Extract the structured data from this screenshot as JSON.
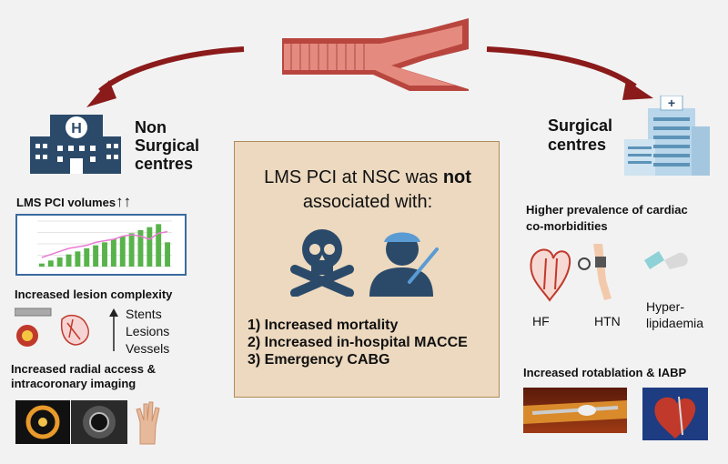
{
  "center": {
    "title_line1": "LMS PCI at NSC was",
    "title_bold": "not",
    "title_line2": "associated with:",
    "items": [
      "1) Increased mortality",
      "2) Increased in-hospital MACCE",
      "3) Emergency CABG"
    ]
  },
  "left": {
    "heading": [
      "Non",
      "Surgical",
      "centres"
    ],
    "volumes_label": "LMS PCI volumes",
    "volumes_arrows": "↑↑",
    "complexity_label": "Increased lesion complexity",
    "complexity_items": [
      "Stents",
      "Lesions",
      "Vessels"
    ],
    "radial_label": [
      "Increased radial access &",
      "intracoronary imaging"
    ]
  },
  "right": {
    "heading": [
      "Surgical",
      "centres"
    ],
    "comorbid_label": [
      "Higher prevalence of cardiac",
      "co-morbidities"
    ],
    "conditions": [
      "HF",
      "HTN",
      "Hyper-",
      "lipidaemia"
    ],
    "rotablation_label": "Increased rotablation & IABP"
  },
  "chart_data": {
    "type": "bar",
    "values": [
      1,
      2,
      3,
      4,
      5,
      6,
      7,
      8,
      9,
      10,
      11,
      12,
      13,
      14,
      8
    ],
    "series": [
      {
        "values": [
          1,
          2,
          3,
          4,
          5,
          6,
          7,
          8,
          9,
          10,
          11,
          12,
          13,
          14,
          8
        ]
      }
    ],
    "line": [
      3,
      4,
      5,
      6,
      6.5,
      7,
      8,
      8.5,
      9,
      10,
      10.5,
      10,
      9,
      11,
      11.5
    ]
  },
  "colors": {
    "arrow": "#8b1a1a",
    "hospital": "#2b4a6a",
    "box": "#ecd9bf",
    "bars": "#57b34a",
    "line": "#e97bd3"
  }
}
